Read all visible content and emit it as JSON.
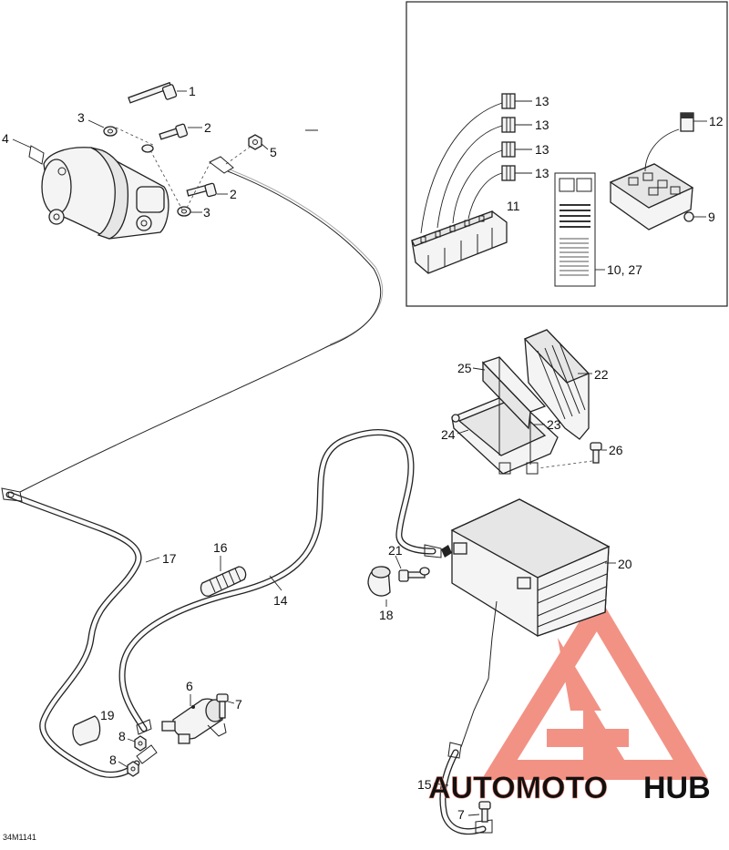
{
  "diagram": {
    "figure_code": "34M1141",
    "labels": [
      {
        "id": "1",
        "text": "1"
      },
      {
        "id": "2a",
        "text": "2"
      },
      {
        "id": "2b",
        "text": "2"
      },
      {
        "id": "3a",
        "text": "3"
      },
      {
        "id": "3b",
        "text": "3"
      },
      {
        "id": "4",
        "text": "4"
      },
      {
        "id": "5",
        "text": "5"
      },
      {
        "id": "6",
        "text": "6"
      },
      {
        "id": "7a",
        "text": "7"
      },
      {
        "id": "7b",
        "text": "7"
      },
      {
        "id": "8a",
        "text": "8"
      },
      {
        "id": "8b",
        "text": "8"
      },
      {
        "id": "9",
        "text": "9"
      },
      {
        "id": "1027",
        "text": "10, 27"
      },
      {
        "id": "11",
        "text": "11"
      },
      {
        "id": "12",
        "text": "12"
      },
      {
        "id": "13a",
        "text": "13"
      },
      {
        "id": "13b",
        "text": "13"
      },
      {
        "id": "13c",
        "text": "13"
      },
      {
        "id": "13d",
        "text": "13"
      },
      {
        "id": "14",
        "text": "14"
      },
      {
        "id": "15",
        "text": "15"
      },
      {
        "id": "16",
        "text": "16"
      },
      {
        "id": "17",
        "text": "17"
      },
      {
        "id": "18",
        "text": "18"
      },
      {
        "id": "19",
        "text": "19"
      },
      {
        "id": "20",
        "text": "20"
      },
      {
        "id": "21",
        "text": "21"
      },
      {
        "id": "22",
        "text": "22"
      },
      {
        "id": "23",
        "text": "23"
      },
      {
        "id": "24",
        "text": "24"
      },
      {
        "id": "25",
        "text": "25"
      },
      {
        "id": "26",
        "text": "26"
      }
    ]
  },
  "watermark": {
    "brand_part1": "AUTOMOTO",
    "brand_part2": "HUB",
    "color_primary": "#f08070",
    "color_secondary": "#f6c96a",
    "color_dark": "#555555"
  }
}
